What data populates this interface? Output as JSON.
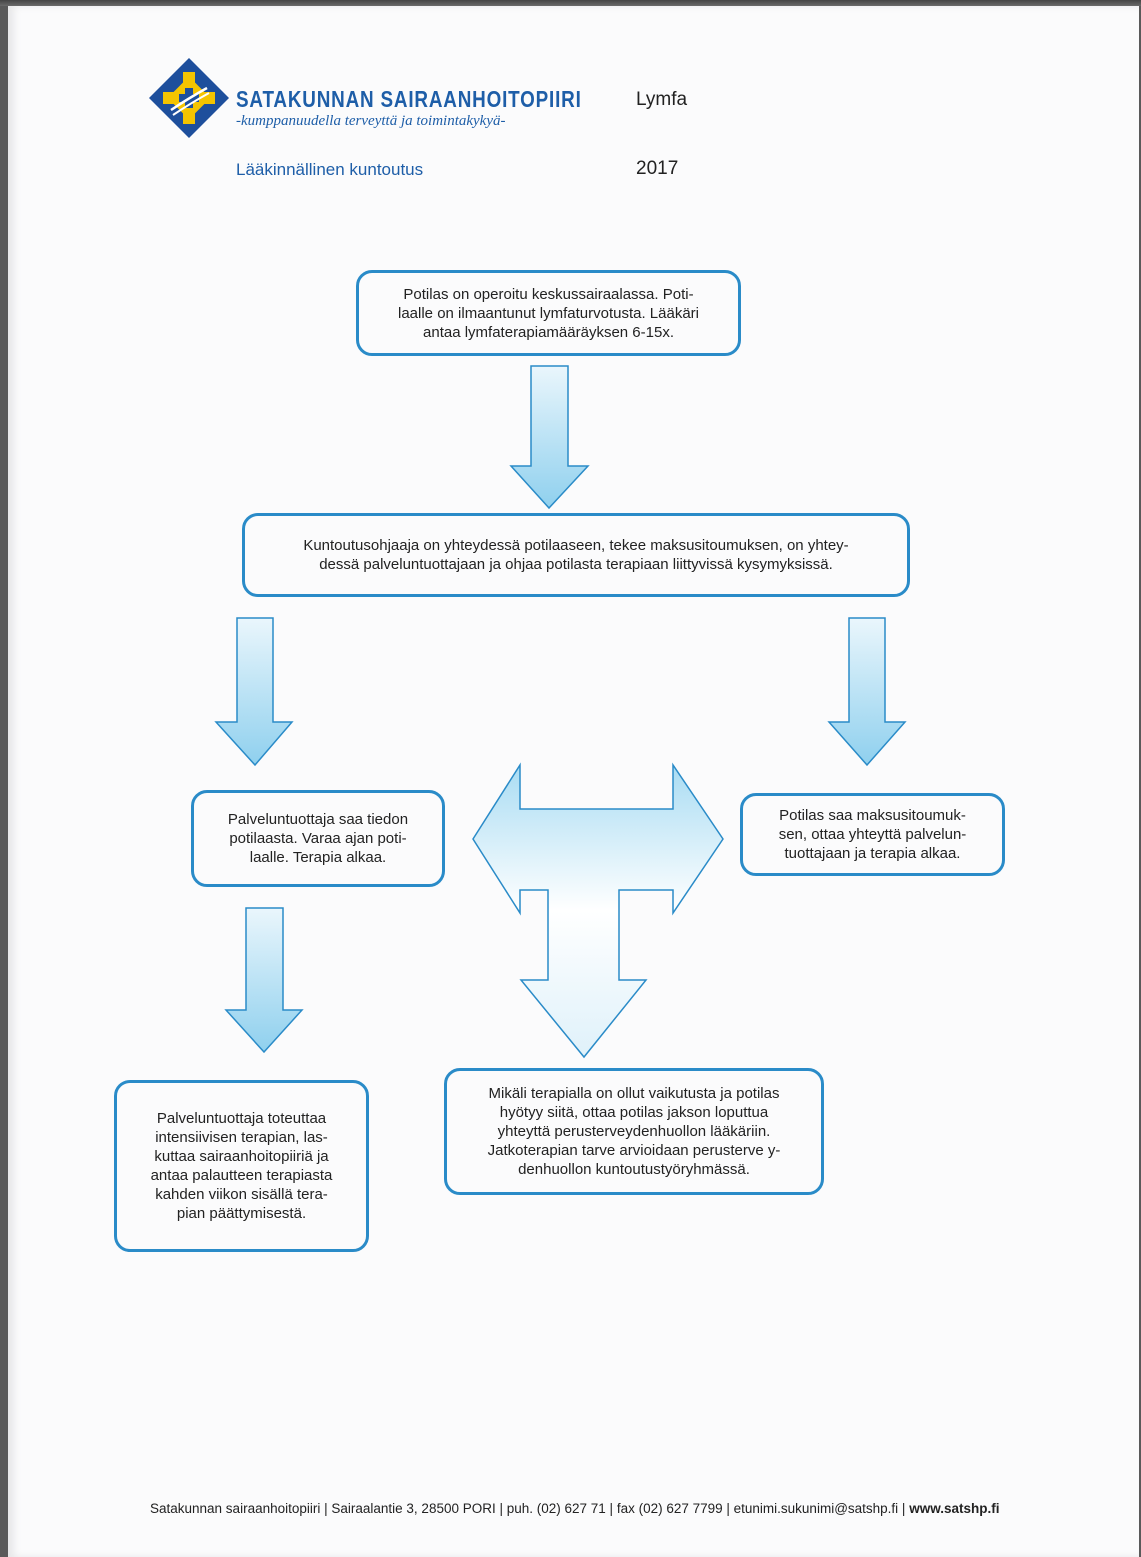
{
  "header": {
    "org_name": "SATAKUNNAN SAIRAANHOITOPIIRI",
    "org_slogan": "-kumppanuudella terveyttä ja toimintakykyä-",
    "doc_title": "Lymfa",
    "department": "Lääkinnällinen kuntoutus",
    "year": "2017"
  },
  "flow": {
    "step1": "Potilas on operoitu keskussairaalassa. Poti-\nlaalle on ilmaantunut lymfaturvotusta. Lääkäri\nantaa lymfaterapiamääräyksen 6-15x.",
    "step2": "Kuntoutusohjaaja on yhteydessä potilaaseen, tekee maksusitoumuksen, on yhtey-\ndessä palveluntuottajaan ja ohjaa potilasta terapiaan liittyvissä kysymyksissä.",
    "step3_left": "Palveluntuottaja saa tiedon\npotilaasta. Varaa ajan poti-\nlaalle. Terapia alkaa.",
    "step3_right": "Potilas saa maksusitoumuk-\nsen, ottaa yhteyttä palvelun-\ntuottajaan ja terapia alkaa.",
    "step4_left": "Palveluntuottaja toteuttaa\nintensiivisen terapian, las-\nkuttaa sairaanhoitopiiriä ja\nantaa palautteen terapiasta\nkahden viikon sisällä tera-\npian päättymisestä.",
    "step4_center": "Mikäli terapialla on ollut vaikutusta ja potilas\nhyötyy siitä, ottaa potilas jakson loputtua\nyhteyttä perusterveydenhuollon lääkäriin.\nJatkoterapian tarve arvioidaan perusterve y-\ndenhuollon kuntoutustyöryhmässä."
  },
  "footer": {
    "contact": "Satakunnan sairaanhoitopiiri | Sairaalantie 3, 28500 PORI | puh. (02) 627 71 | fax (02) 627 7799 | etunimi.sukunimi@satshp.fi | ",
    "website": "www.satshp.fi"
  },
  "colors": {
    "accent_blue": "#2a8bc8",
    "brand_blue": "#1e5ea8",
    "logo_yellow": "#f4c400",
    "arrow_fill_light": "#eaf6fc",
    "arrow_fill_dark": "#8fd0ee"
  },
  "icons": {
    "logo": "satshp-diamond-cross-logo",
    "arrows": "down-arrow",
    "connector": "t-shaped-three-way-arrow"
  }
}
